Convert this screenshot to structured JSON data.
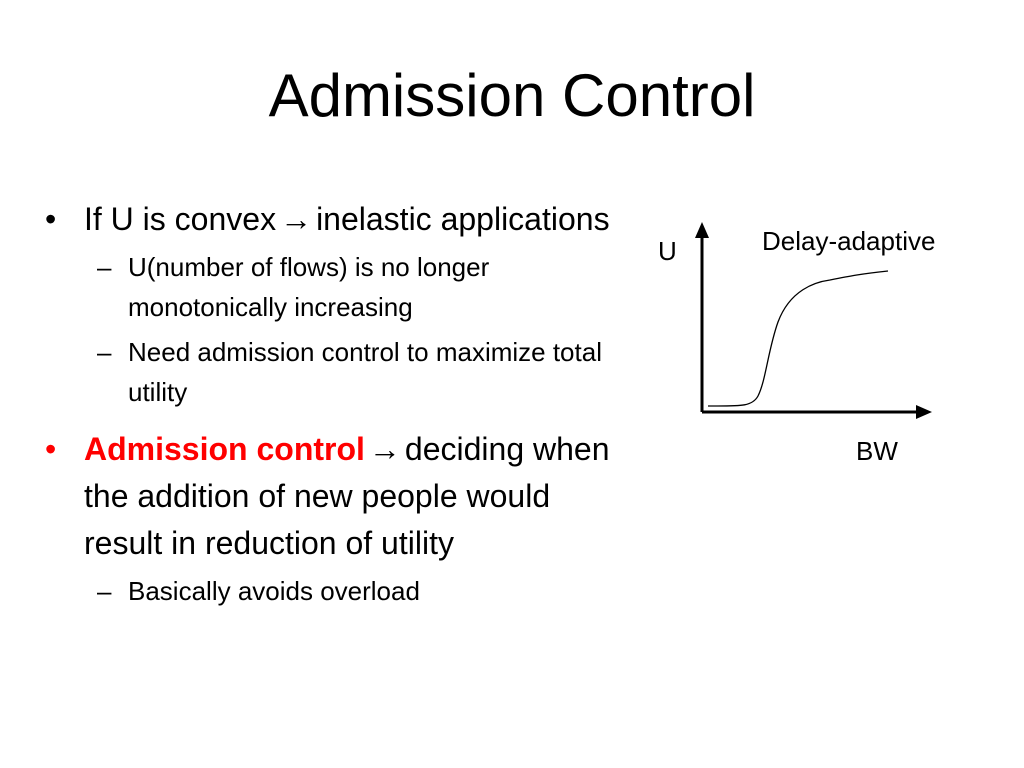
{
  "slide": {
    "title": "Admission Control",
    "bullets": [
      {
        "marker": "•",
        "text_before_arrow": "If U is convex",
        "arrow": "→",
        "text_after_arrow": "inelastic applications",
        "subs": [
          {
            "marker": "–",
            "text": "U(number of flows) is no longer monotonically increasing"
          },
          {
            "marker": "–",
            "text": "Need admission control to maximize total utility"
          }
        ]
      },
      {
        "marker": "•",
        "highlight": "Admission control",
        "arrow": "→",
        "text_after_arrow": "deciding when the addition of new people would result in reduction of utility",
        "subs": [
          {
            "marker": "–",
            "text": "Basically avoids overload"
          }
        ]
      }
    ]
  },
  "diagram": {
    "y_label": "U",
    "x_label": "BW",
    "curve_label": "Delay-adaptive"
  },
  "colors": {
    "highlight": "#ff0000",
    "text": "#000000",
    "background": "#ffffff"
  }
}
